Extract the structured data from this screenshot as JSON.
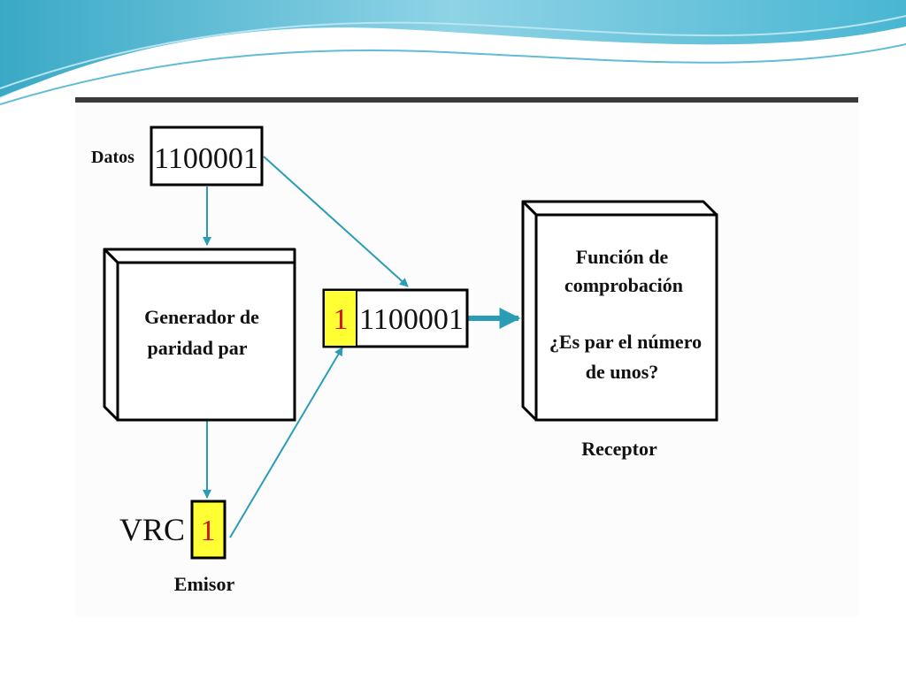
{
  "colors": {
    "accent": "#2a9db5",
    "highlight": "#ffff33",
    "parity_digit": "#d21010",
    "rule": "#3a3a3a"
  },
  "diagram": {
    "datos_label": "Datos",
    "datos_value": "1100001",
    "generator_line1": "Generador de",
    "generator_line2": "paridad par",
    "frame_parity_bit": "1",
    "frame_data": "1100001",
    "vrc_label": "VRC",
    "vrc_value": "1",
    "emisor_label": "Emisor",
    "check_line1": "Función de",
    "check_line2": "comprobación",
    "check_line3": "¿Es par el número",
    "check_line4": "de unos?",
    "receptor_label": "Receptor"
  }
}
